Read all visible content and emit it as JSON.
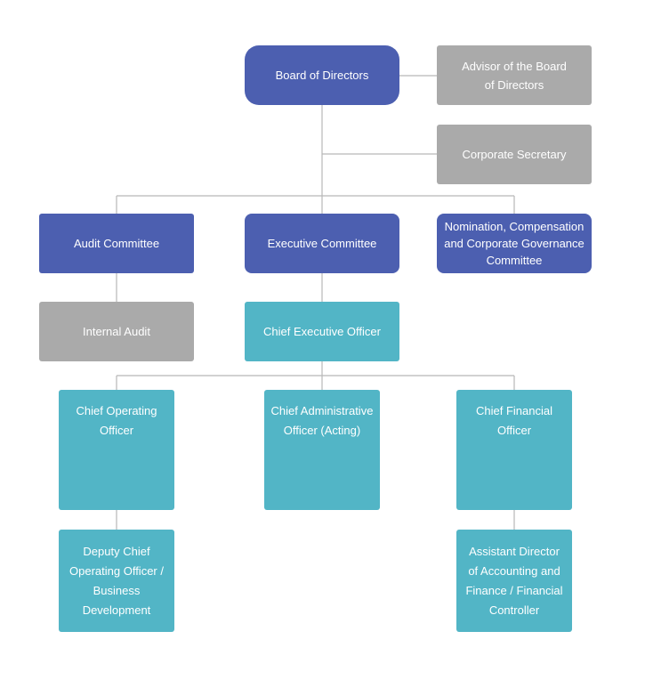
{
  "org_chart": {
    "board": "Board of Directors",
    "advisor": "Advisor of the Board\nof Directors",
    "secretary": "Corporate Secretary",
    "audit_committee": "Audit Committee",
    "executive_committee": "Executive Committee",
    "nomination_committee": "Nomination, Compensation\nand Corporate Governance\nCommittee",
    "internal_audit": "Internal Audit",
    "ceo": "Chief Executive Officer",
    "coo": "Chief Operating\nOfficer",
    "cao": "Chief Administrative\nOfficer (Acting)",
    "cfo": "Chief Financial\nOfficer",
    "deputy_coo": "Deputy Chief\nOperating Officer /\nBusiness\nDevelopment",
    "assistant_director": "Assistant Director\nof  Accounting and\nFinance / Financial\nController"
  },
  "colors": {
    "board_blue": "#4c5fb0",
    "support_gray": "#aaaaaa",
    "executive_teal": "#52b5c6",
    "connector": "#b8b8b8"
  }
}
